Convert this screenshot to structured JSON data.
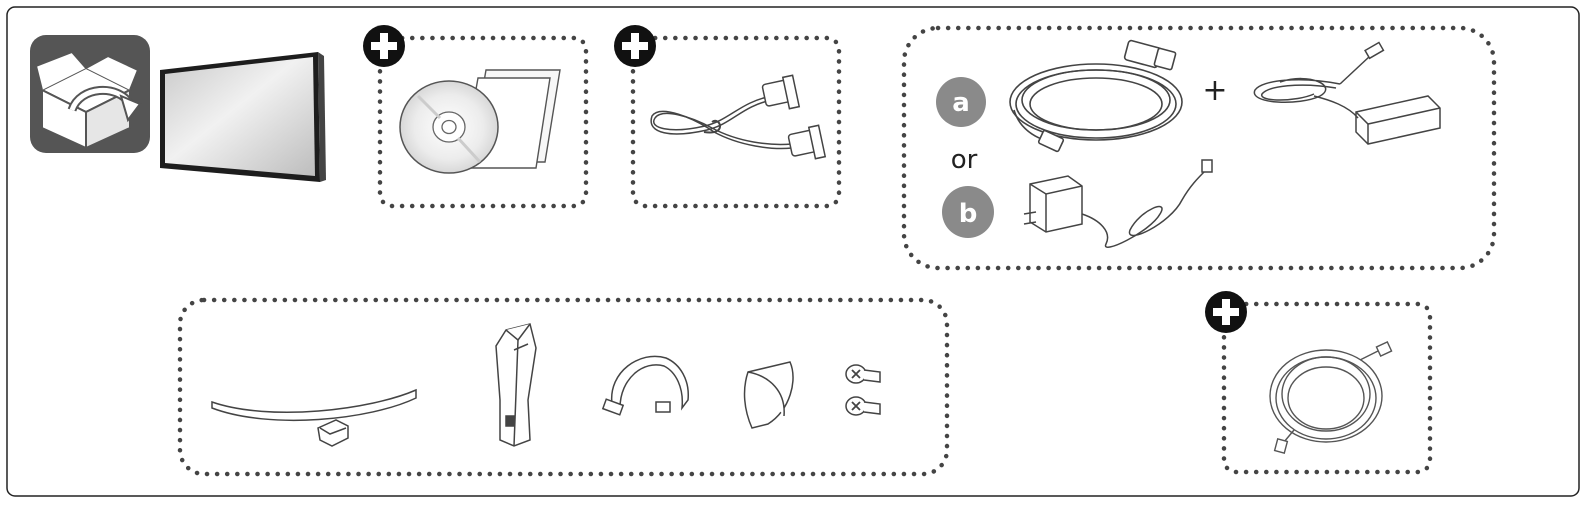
{
  "choice_a_label": "a",
  "choice_b_label": "b",
  "choice_separator": "or",
  "combine_symbol": "+",
  "icons": {
    "unpack": "unpack-box-icon",
    "optional": "plus-circle-icon"
  }
}
